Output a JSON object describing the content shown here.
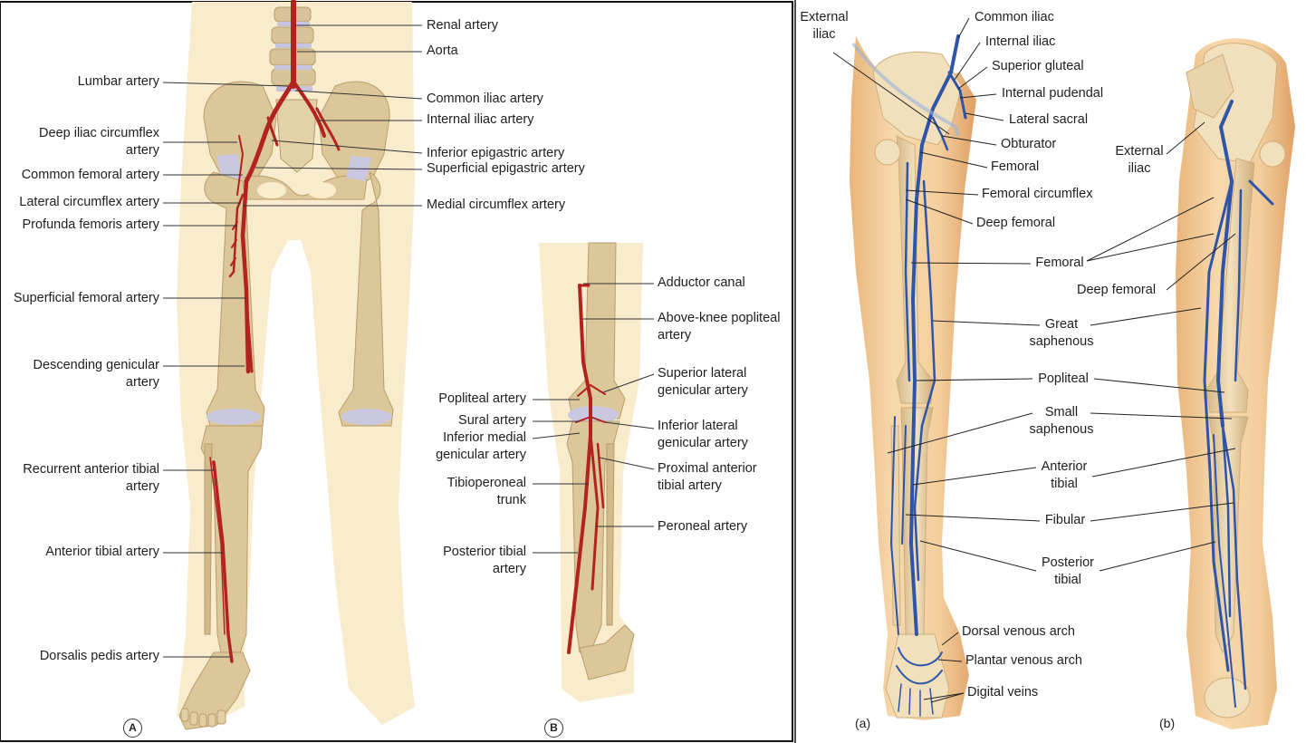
{
  "left_figure": {
    "panel_a": "A",
    "panel_b": "B",
    "labels_left": [
      "Lumbar artery",
      "Deep iliac circumflex\nartery",
      "Common femoral artery",
      "Lateral circumflex artery",
      "Profunda femoris artery",
      "Superficial femoral artery",
      "Descending genicular\nartery",
      "Recurrent anterior tibial\nartery",
      "Anterior tibial artery",
      "Dorsalis pedis artery"
    ],
    "labels_right": [
      "Renal artery",
      "Aorta",
      "Common iliac artery",
      "Internal iliac artery",
      "Inferior epigastric artery",
      "Superficial epigastric artery",
      "Medial circumflex artery"
    ],
    "knee_labels_left": [
      "Popliteal artery",
      "Sural artery",
      "Inferior medial\ngenicular artery",
      "Tibioperoneal\ntrunk",
      "Posterior tibial\nartery"
    ],
    "knee_labels_right": [
      "Adductor canal",
      "Above-knee popliteal\nartery",
      "Superior lateral\ngenicular artery",
      "Inferior lateral\ngenicular artery",
      "Proximal anterior\ntibial artery",
      "Peroneal artery"
    ]
  },
  "right_figure": {
    "panel_a": "(a)",
    "panel_b": "(b)",
    "labels_a_left": [
      "External\niliac"
    ],
    "labels_a": [
      "Common iliac",
      "Internal iliac",
      "Superior gluteal",
      "Internal pudendal",
      "Lateral sacral",
      "Obturator",
      "Femoral",
      "Femoral circumflex",
      "Deep femoral"
    ],
    "labels_center": [
      "Femoral",
      "Deep femoral",
      "Great\nsaphenous",
      "Popliteal",
      "Small\nsaphenous",
      "Anterior\ntibial",
      "Fibular",
      "Posterior\ntibial"
    ],
    "labels_foot": [
      "Dorsal venous arch",
      "Plantar venous arch",
      "Digital veins"
    ],
    "labels_b": [
      "External\niliac"
    ]
  },
  "colors": {
    "artery": "#b2231f",
    "vein": "#2f55a8",
    "bone": "#dcc79a",
    "skin": "#f7ecd0",
    "cartilage": "#c9c8e0"
  }
}
